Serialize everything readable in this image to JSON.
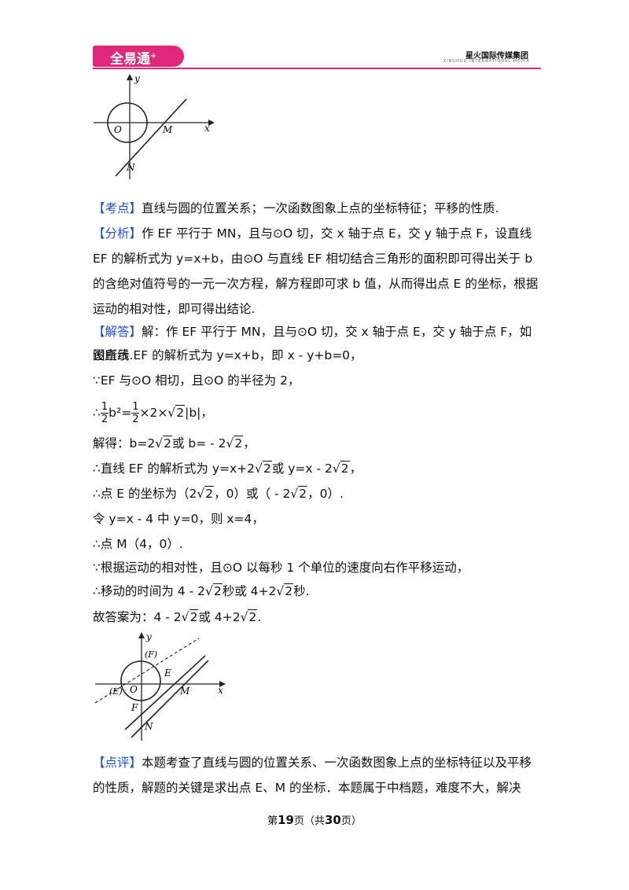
{
  "header": {
    "logo": "全易通",
    "logo_mark": "+",
    "brand": "星火国际传媒集团",
    "brand_sub": "XINGHUO INTERNATIONAL MEDIA"
  },
  "figure1": {
    "y": "y",
    "x": "x",
    "o": "O",
    "m": "M",
    "n": "N"
  },
  "figure2": {
    "y": "y",
    "x": "x",
    "o": "O",
    "m": "M",
    "n": "N",
    "e": "E",
    "f": "F",
    "fp": "(F)",
    "ep": "(E)"
  },
  "kaodian": {
    "tag": "【考点】",
    "text": "直线与圆的位置关系；一次函数图象上点的坐标特征；平移的性质."
  },
  "fenxi": {
    "tag": "【分析】",
    "text": "作 EF 平行于 MN，且与⊙O 切，交 x 轴于点 E，交 y 轴于点 F，设直线 EF 的解析式为 y=x+b，由⊙O 与直线 EF 相切结合三角形的面积即可得出关于 b 的含绝对值符号的一元一次方程，解方程即可求 b 值，从而得出点 E 的坐标，根据运动的相对性，即可得出结论."
  },
  "jieda": {
    "tag": "【解答】",
    "text": "解：作 EF 平行于 MN，且与⊙O 切，交 x 轴于点 E，交 y 轴于点 F，如图所示."
  },
  "lines": {
    "l1": "设直线 EF 的解析式为 y=x+b，即 x - y+b=0，",
    "l2": "∵EF 与⊙O 相切，且⊙O 的半径为 2，",
    "l3a": "∴",
    "l3b": "b²=",
    "l3c": "×2×",
    "l3d": "|b|，",
    "l4a": "解得：b=2",
    "l4b": "或 b= - 2",
    "l4c": "，",
    "l5a": "∴直线 EF 的解析式为 y=x+2",
    "l5b": "或 y=x - 2",
    "l5c": "，",
    "l6a": "∴点 E 的坐标为（2",
    "l6b": "，0）或（ - 2",
    "l6c": "，0）.",
    "l7": "令 y=x - 4 中 y=0，则 x=4，",
    "l8": "∴点 M（4，0）.",
    "l9": "∵根据运动的相对性，且⊙O 以每秒 1 个单位的速度向右作平移运动，",
    "l10a": "∴移动的时间为 4 - 2",
    "l10b": "秒或 4+2",
    "l10c": "秒.",
    "l11a": "故答案为：4 - 2",
    "l11b": "或 4+2",
    "l11c": ".",
    "one": "1",
    "two": "2",
    "sqrt2": "2"
  },
  "dianping": {
    "tag": "【点评】",
    "text": "本题考查了直线与圆的位置关系、一次函数图象上点的坐标特征以及平移的性质，解题的关键是求出点 E、M 的坐标．本题属于中档题，难度不大，解决"
  },
  "footer": {
    "pre": "第",
    "page": "19",
    "mid": "页（共",
    "total": "30",
    "post": "页）"
  }
}
